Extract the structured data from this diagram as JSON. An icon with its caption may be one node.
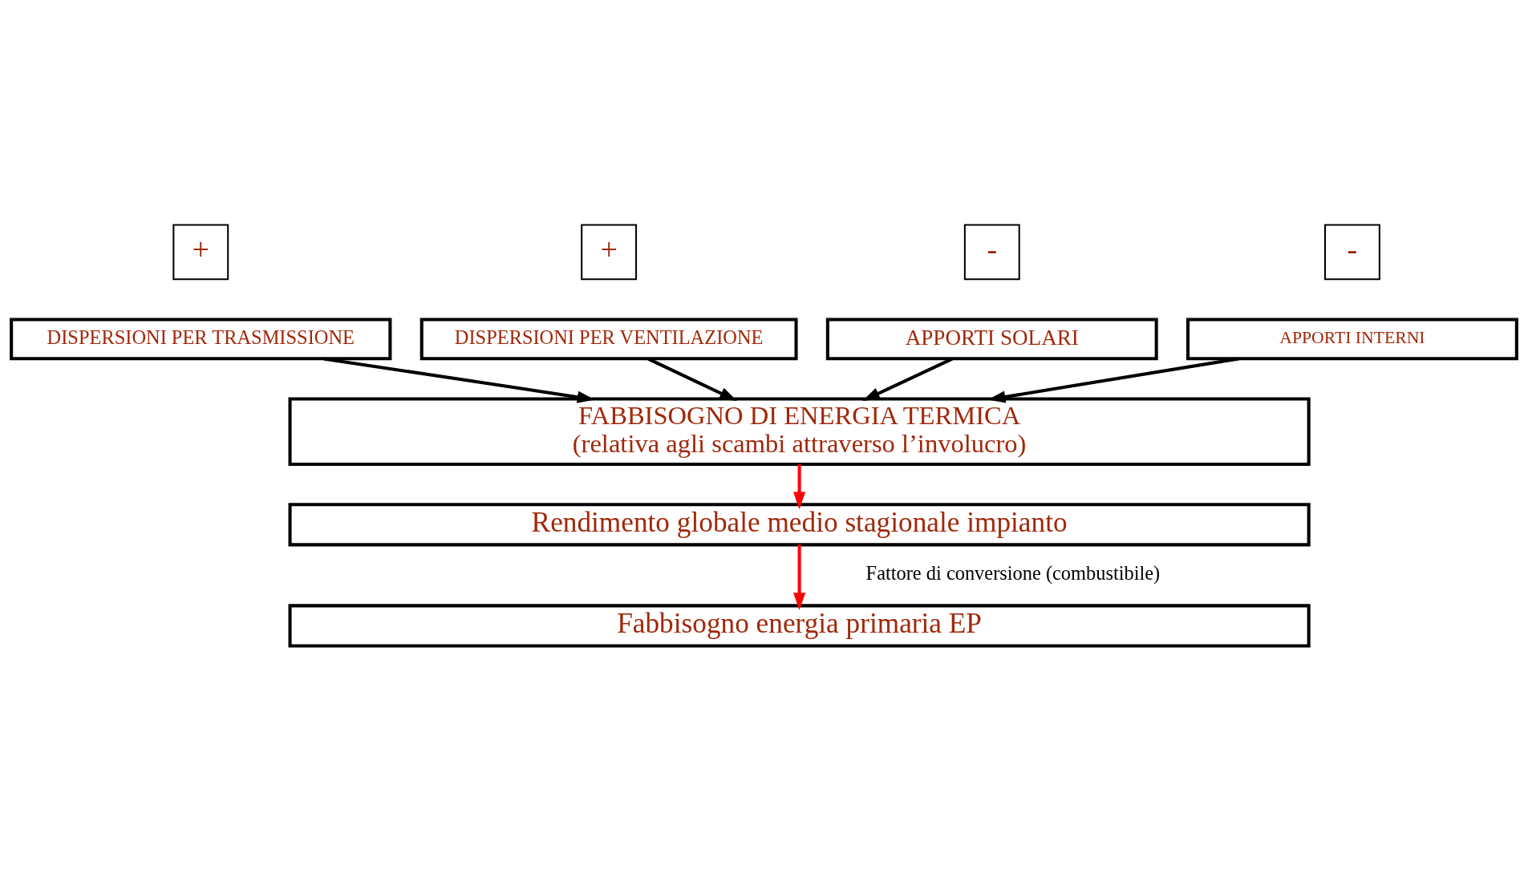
{
  "diagram": {
    "nodes": [
      {
        "text": [
          "+"
        ]
      },
      {
        "text": [
          "+"
        ]
      },
      {
        "text": [
          "-"
        ]
      },
      {
        "text": [
          "-"
        ]
      },
      {
        "text": [
          "DISPERSIONI PER TRASMISSIONE"
        ]
      },
      {
        "text": [
          "DISPERSIONI PER VENTILAZIONE"
        ]
      },
      {
        "text": [
          "APPORTI SOLARI"
        ]
      },
      {
        "text": [
          "APPORTI INTERNI"
        ]
      },
      {
        "text": [
          "FABBISOGNO DI ENERGIA TERMICA",
          "(relativa agli scambi attraverso l’involucro)"
        ]
      },
      {
        "text": [
          "Rendimento globale medio stagionale impianto"
        ]
      },
      {
        "text": [
          "Fabbisogno energia primaria EP"
        ]
      }
    ],
    "edges": [
      {
        "from": 4,
        "to": 8,
        "arrow": "to"
      },
      {
        "from": 5,
        "to": 8,
        "arrow": "to"
      },
      {
        "from": 6,
        "to": 8,
        "arrow": "to"
      },
      {
        "from": 7,
        "to": 8,
        "arrow": "to"
      },
      {
        "from": 8,
        "to": 9,
        "arrow": "to",
        "color": "#ff0000"
      },
      {
        "from": 9,
        "to": 10,
        "arrow": "to",
        "color": "#ff0000",
        "label": "Fattore di conversione (combustibile)"
      }
    ]
  }
}
